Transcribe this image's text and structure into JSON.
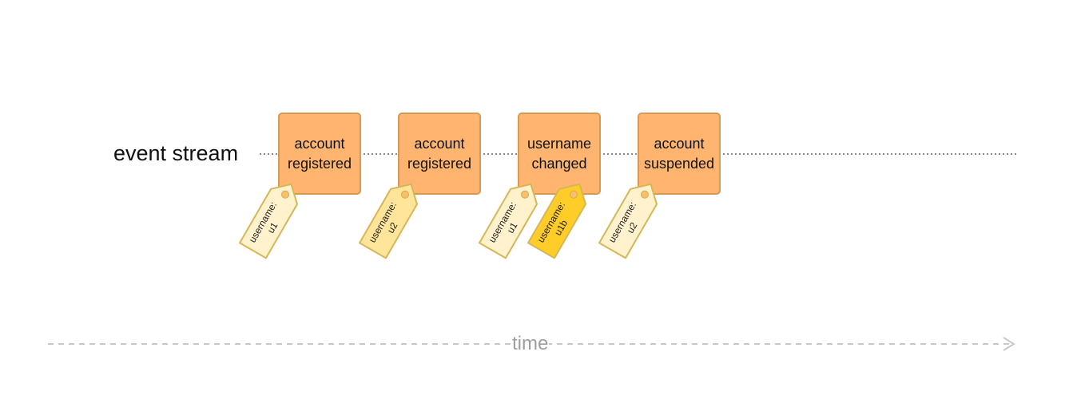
{
  "stream": {
    "label": "event stream"
  },
  "events": [
    {
      "label": "account\nregistered"
    },
    {
      "label": "account\nregistered"
    },
    {
      "label": "username\nchanged"
    },
    {
      "label": "account\nsuspended"
    }
  ],
  "tags": [
    {
      "line1": "username:",
      "line2": "u1",
      "style": "light"
    },
    {
      "line1": "username:",
      "line2": "u2",
      "style": "medium"
    },
    {
      "line1": "username:",
      "line2": "u1",
      "style": "light"
    },
    {
      "line1": "username:",
      "line2": "u1b",
      "style": "dark"
    },
    {
      "line1": "username:",
      "line2": "u2",
      "style": "light"
    }
  ],
  "axis": {
    "label": "time"
  },
  "colors": {
    "event_fill": "#ffb570",
    "event_border": "#d69a55",
    "tag_light": "#fff2cc",
    "tag_medium": "#ffe599",
    "tag_dark": "#ffcd28",
    "tag_border": "#d6b656",
    "axis": "#c8c8c8"
  }
}
